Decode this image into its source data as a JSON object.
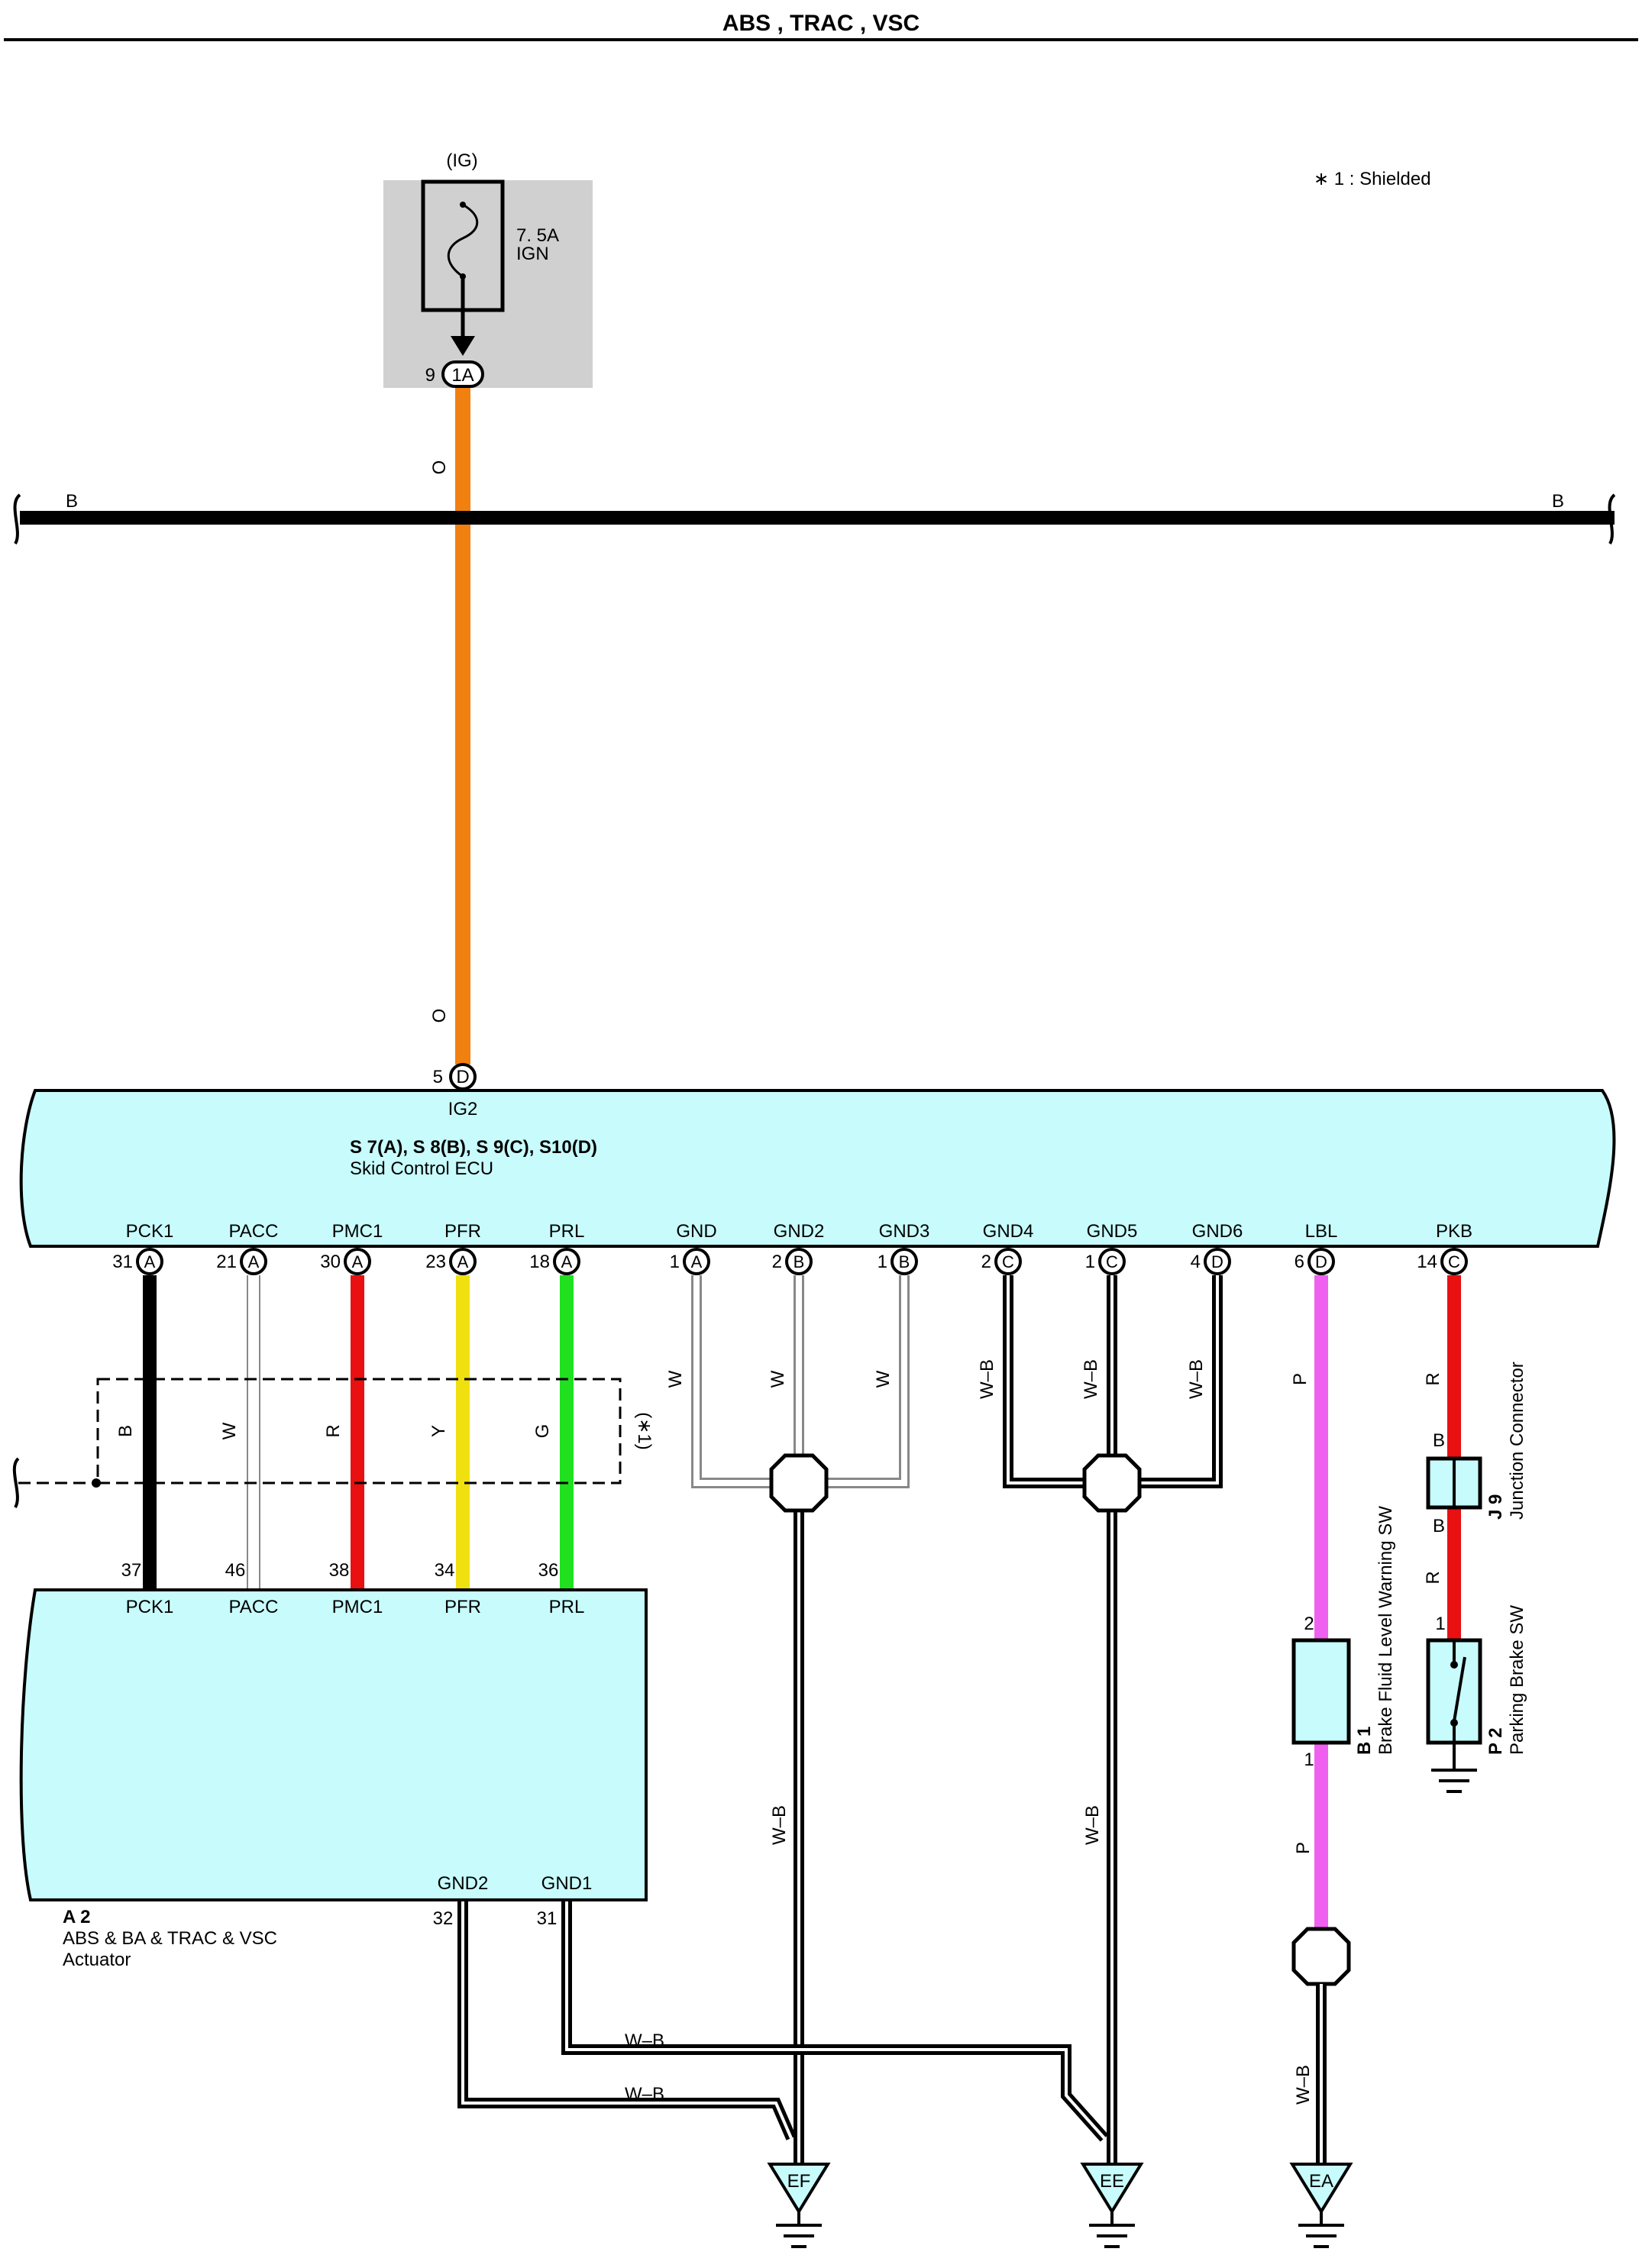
{
  "title": "ABS , TRAC , VSC",
  "note": "∗ 1 : Shielded",
  "fuse": {
    "source": "(IG)",
    "rating": "7. 5A",
    "name": "IGN",
    "pin": "9",
    "connector": "1A"
  },
  "bus": {
    "left_label": "B",
    "right_label": "B"
  },
  "feed_wire": {
    "color_code_top": "O",
    "color_code_bottom": "O",
    "pin": "5",
    "connector": "D",
    "terminal": "IG2"
  },
  "ecu": {
    "connectors": "S 7(A), S 8(B), S 9(C), S10(D)",
    "name": "Skid Control ECU",
    "terminals": [
      {
        "name": "PCK1",
        "pin": "31",
        "conn": "A",
        "wire": "B"
      },
      {
        "name": "PACC",
        "pin": "21",
        "conn": "A",
        "wire": "W"
      },
      {
        "name": "PMC1",
        "pin": "30",
        "conn": "A",
        "wire": "R"
      },
      {
        "name": "PFR",
        "pin": "23",
        "conn": "A",
        "wire": "Y"
      },
      {
        "name": "PRL",
        "pin": "18",
        "conn": "A",
        "wire": "G"
      },
      {
        "name": "GND",
        "pin": "1",
        "conn": "A",
        "wire": "W"
      },
      {
        "name": "GND2",
        "pin": "2",
        "conn": "B",
        "wire": "W"
      },
      {
        "name": "GND3",
        "pin": "1",
        "conn": "B",
        "wire": "W"
      },
      {
        "name": "GND4",
        "pin": "2",
        "conn": "C",
        "wire": "W–B"
      },
      {
        "name": "GND5",
        "pin": "1",
        "conn": "C",
        "wire": "W–B"
      },
      {
        "name": "GND6",
        "pin": "4",
        "conn": "D",
        "wire": "W–B"
      },
      {
        "name": "LBL",
        "pin": "6",
        "conn": "D",
        "wire": "P"
      },
      {
        "name": "PKB",
        "pin": "14",
        "conn": "C",
        "wire": "R"
      }
    ]
  },
  "shield_label": "(∗1)",
  "actuator": {
    "id": "A 2",
    "name_line1": "ABS & BA & TRAC & VSC",
    "name_line2": "Actuator",
    "terminals": [
      {
        "name": "PCK1",
        "pin": "37"
      },
      {
        "name": "PACC",
        "pin": "46"
      },
      {
        "name": "PMC1",
        "pin": "38"
      },
      {
        "name": "PFR",
        "pin": "34"
      },
      {
        "name": "PRL",
        "pin": "36"
      }
    ],
    "ground_terminals": [
      {
        "name": "GND2",
        "pin": "32"
      },
      {
        "name": "GND1",
        "pin": "31"
      }
    ]
  },
  "ground_wires": {
    "ef_wire": "W–B",
    "ee_wire": "W–B",
    "gnd1_route": "W–B",
    "gnd2_route": "W–B",
    "ea_wire": "W–B"
  },
  "grounds": [
    "EF",
    "EE",
    "EA"
  ],
  "b1": {
    "id": "B 1",
    "name": "Brake Fluid Level Warning SW",
    "pin_top": "2",
    "pin_bottom": "1",
    "lower_wire": "P"
  },
  "j9": {
    "id": "J 9",
    "name": "Junction Connector",
    "pin_top": "B",
    "pin_bottom": "B",
    "lower_wire": "R"
  },
  "p2": {
    "id": "P 2",
    "name": "Parking Brake SW",
    "pin": "1"
  },
  "colors": {
    "orange": "#f08010",
    "red": "#e81010",
    "yellow": "#f0e010",
    "green": "#20e020",
    "pink": "#f060f0",
    "cyan": "#c8fcfc",
    "fuse_box": "#d0d0d0"
  }
}
